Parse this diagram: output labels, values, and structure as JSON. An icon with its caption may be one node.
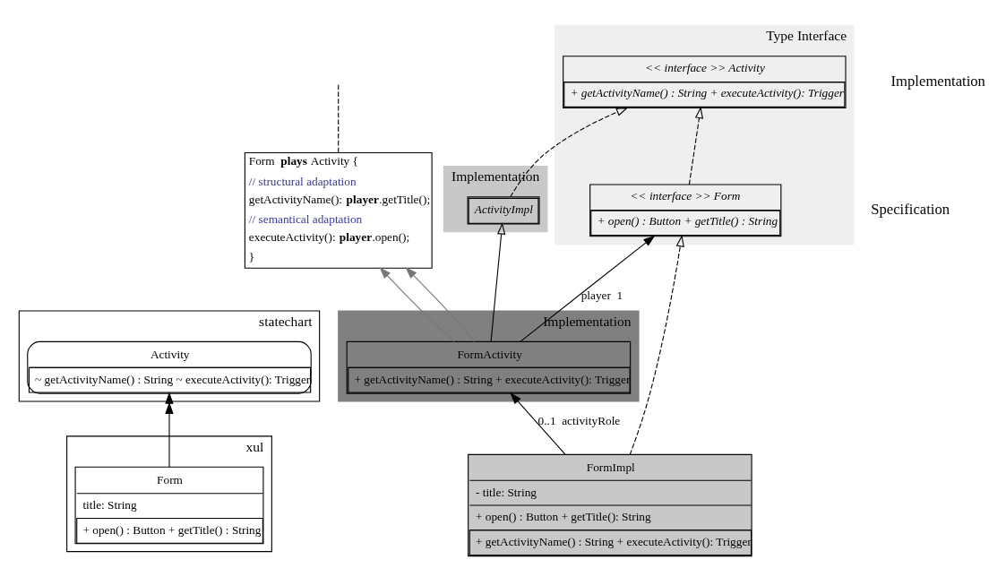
{
  "diagram": {
    "nodes": [
      {
        "text": [
          "statechart"
        ]
      },
      {
        "text": [
          "Activity",
          "~ getActivityName() : String ~ executeActivity(): Trigger"
        ],
        "in": 0
      },
      {
        "text": [
          "xul"
        ]
      },
      {
        "text": [
          "Form",
          "title: String",
          "+ open() : Button + getTitle() : String"
        ],
        "in": 2
      },
      {
        "text": [
          "Form **plays** Activity {",
          "// structural adaptation",
          "getActivityName(): **player**.getTitle();",
          "// semantical adaptation",
          "executeActivity(): **player**.open();",
          "}"
        ]
      },
      {
        "text": [
          "Type Interface"
        ]
      },
      {
        "text": [
          "<< interface >> Activity",
          "+ getActivityName() : String + executeActivity(): Trigger"
        ],
        "in": 5
      },
      {
        "text": [
          "<< interface >> Form",
          "+ open() : Button + getTitle() : String"
        ],
        "in": 5
      },
      {
        "text": [
          "Implementation"
        ]
      },
      {
        "text": [
          "ActivityImpl"
        ],
        "in": 8
      },
      {
        "text": [
          "FormImpl",
          "- title: String",
          "+ open() : Button + getTitle(): String",
          "+ getActivityName() : String + executeActivity(): Trigger"
        ]
      },
      {
        "text": [
          "Implementation"
        ]
      },
      {
        "text": [
          "FormActivity",
          "+ getActivityName() : String + executeActivity(): Trigger"
        ],
        "in": 11
      }
    ],
    "edges": [
      {
        "from": 3,
        "to": 1,
        "arrow": "to"
      },
      {
        "from": 4,
        "to": null,
        "arrow": "none",
        "style": "dashed"
      },
      {
        "from": 12,
        "to": 4,
        "arrow": "to",
        "color": "#777777"
      },
      {
        "from": 12,
        "to": 4,
        "arrow": "to",
        "color": "#777777"
      },
      {
        "from": 7,
        "to": 6,
        "arrow": "to",
        "style": "dashed"
      },
      {
        "from": 9,
        "to": 6,
        "arrow": "to",
        "style": "dashed"
      },
      {
        "from": 10,
        "to": 7,
        "arrow": "to",
        "style": "dashed"
      },
      {
        "from": 12,
        "to": 9,
        "arrow": "to"
      },
      {
        "from": 12,
        "to": 7,
        "arrow": "to",
        "label": "player  1"
      },
      {
        "from": 10,
        "to": 12,
        "arrow": "to",
        "label": "0..1  activityRole"
      }
    ],
    "labels": [
      "Specification",
      "Implementation"
    ]
  }
}
